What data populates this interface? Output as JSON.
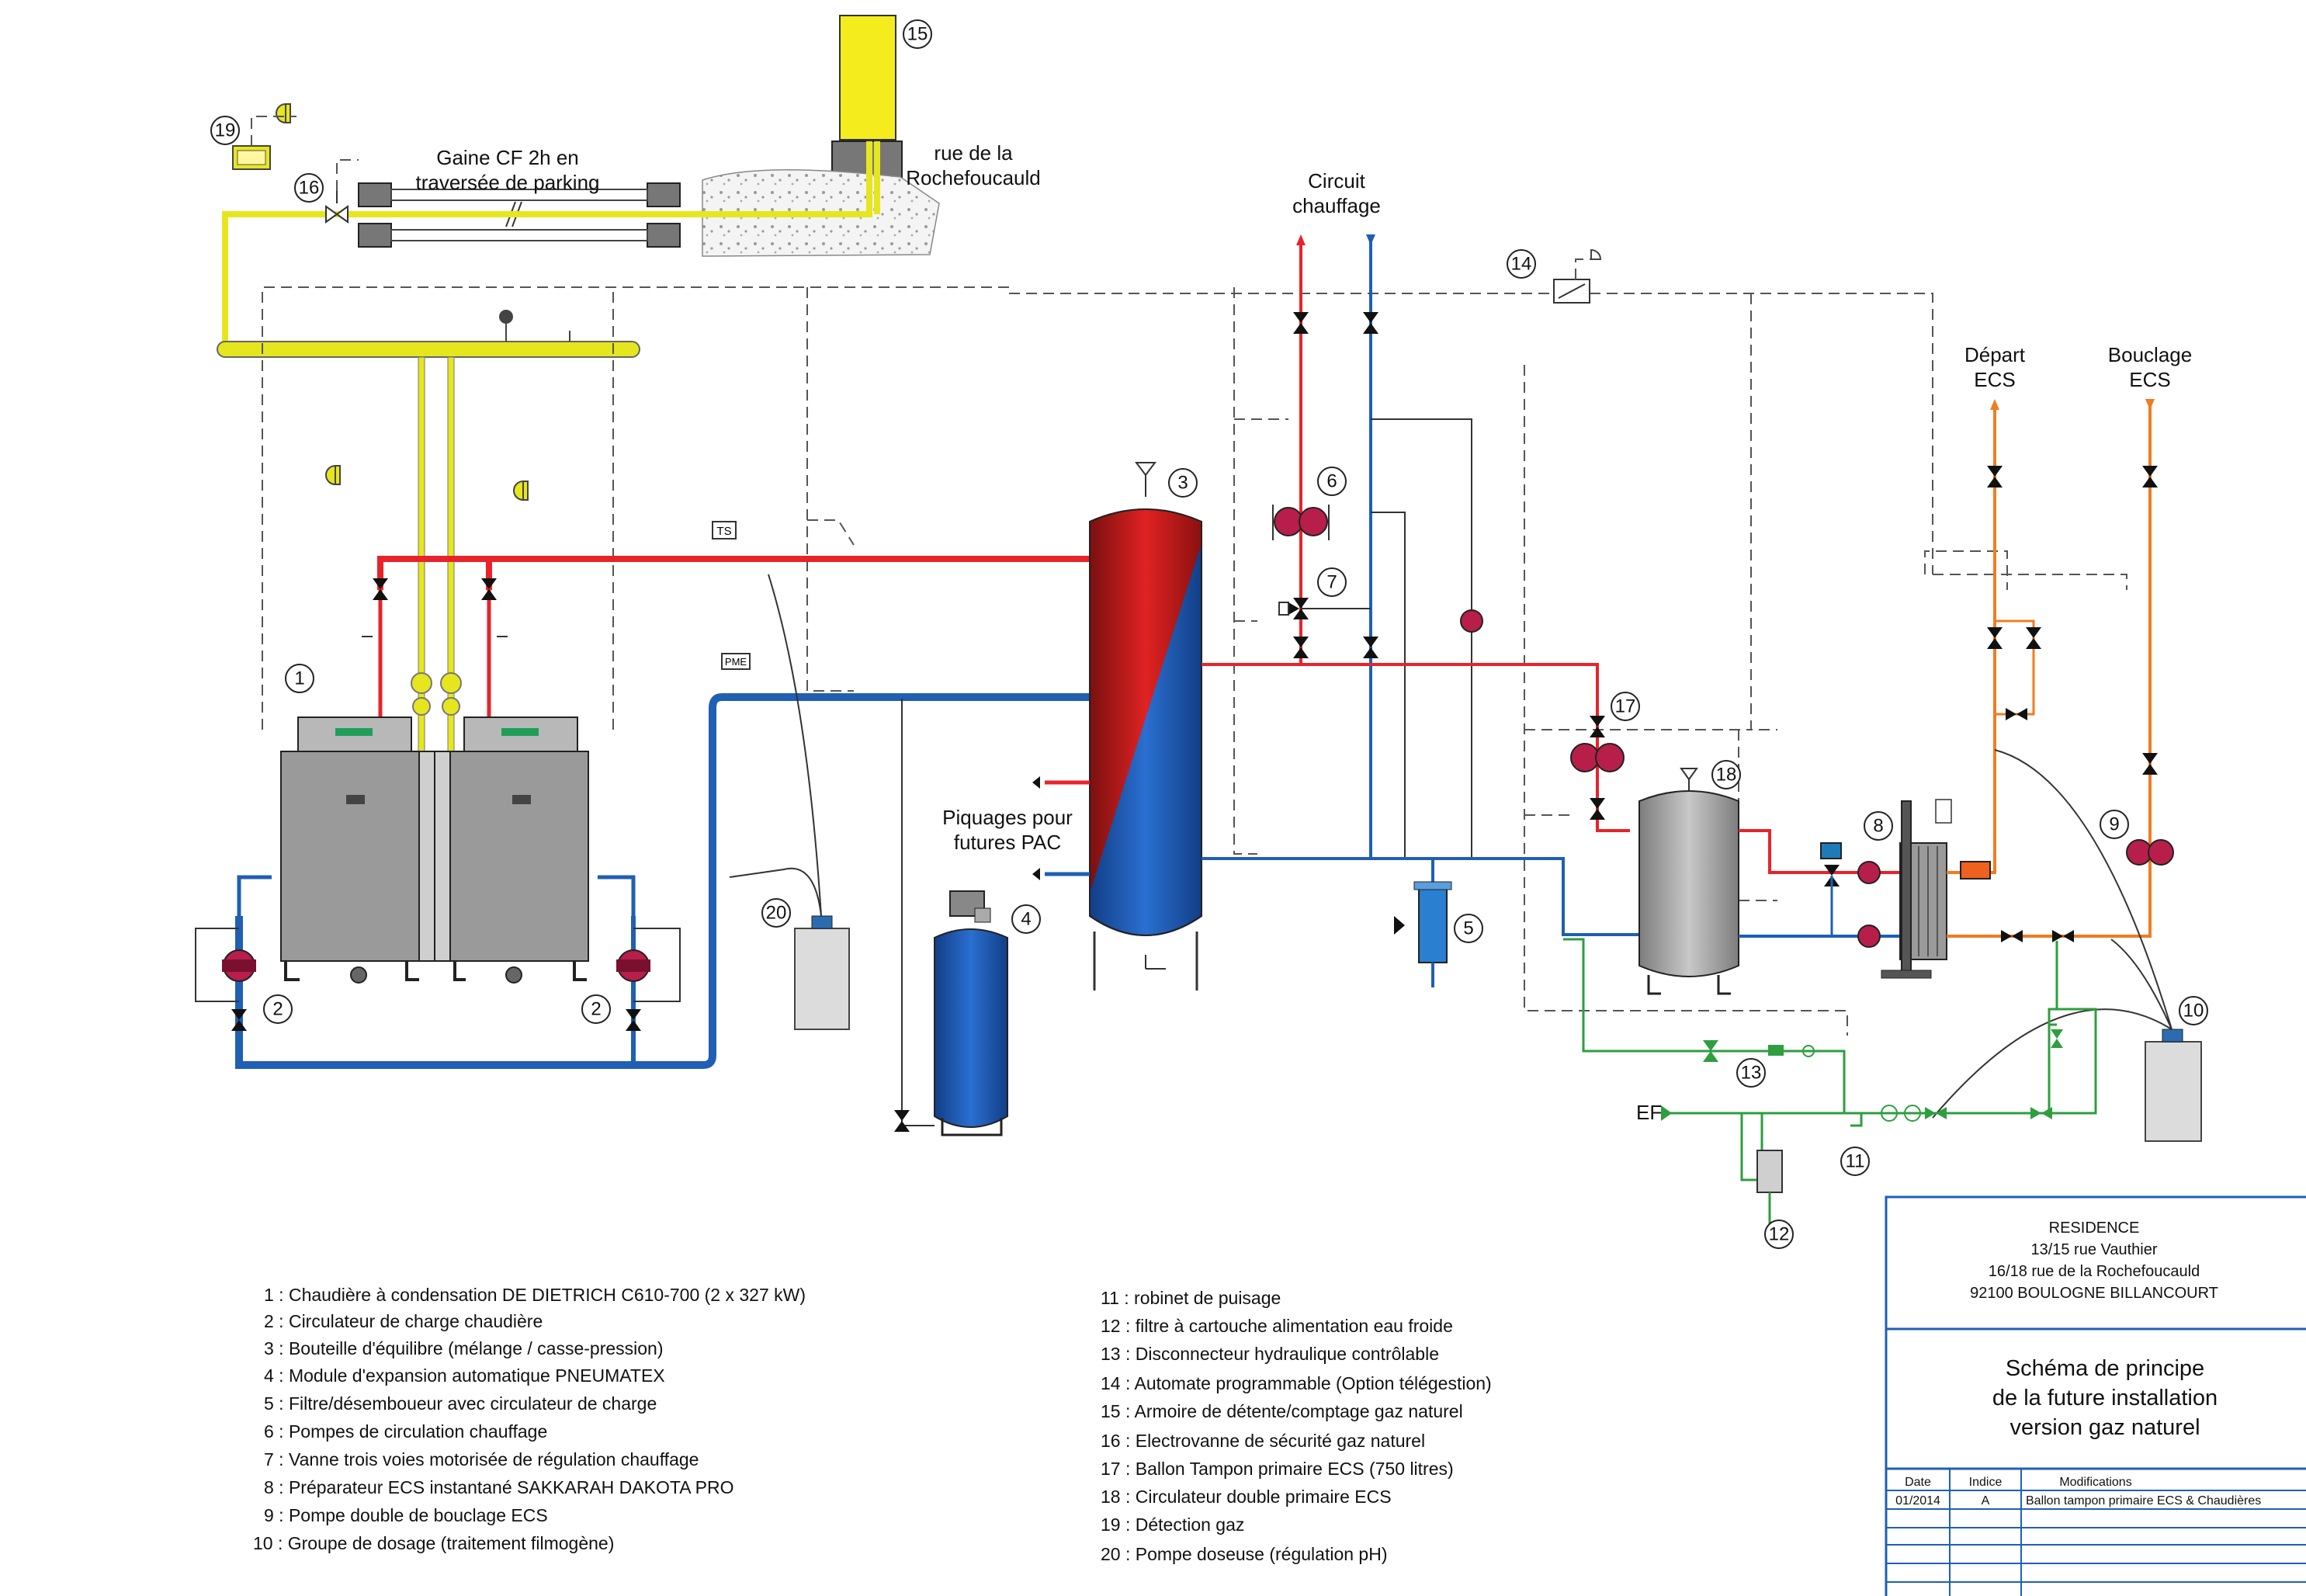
{
  "labels": {
    "gaine": [
      "Gaine CF 2h en",
      "traversée de parking"
    ],
    "rue": [
      "rue de la",
      "Rochefoucauld"
    ],
    "circuit": [
      "Circuit",
      "chauffage"
    ],
    "depart_ecs": [
      "Départ",
      "ECS"
    ],
    "bouclage_ecs": [
      "Bouclage",
      "ECS"
    ],
    "piquages": [
      "Piquages pour",
      "futures PAC"
    ],
    "ef": "EF",
    "ts": "TS",
    "pme": "PME"
  },
  "callouts": [
    "1",
    "2",
    "2",
    "3",
    "4",
    "5",
    "6",
    "7",
    "8",
    "9",
    "10",
    "11",
    "12",
    "13",
    "14",
    "15",
    "16",
    "17",
    "18",
    "19",
    "20"
  ],
  "legend_left": [
    "1 : Chaudière à condensation DE DIETRICH C610-700 (2 x 327 kW)",
    "2 : Circulateur de charge chaudière",
    "3 : Bouteille d'équilibre (mélange / casse-pression)",
    "4 : Module d'expansion automatique PNEUMATEX",
    "5 : Filtre/désemboueur avec circulateur de charge",
    "6 : Pompes de circulation chauffage",
    "7 : Vanne trois voies motorisée de régulation chauffage",
    "8 : Préparateur ECS instantané SAKKARAH DAKOTA PRO",
    "9 : Pompe double de bouclage ECS",
    "10 : Groupe de dosage (traitement filmogène)"
  ],
  "legend_right": [
    "11 : robinet de puisage",
    "12 : filtre à cartouche alimentation eau froide",
    "13 : Disconnecteur hydraulique contrôlable",
    "14 : Automate programmable (Option télégestion)",
    "15 : Armoire de détente/comptage gaz naturel",
    "16 : Electrovanne de sécurité gaz naturel",
    "17 : Ballon Tampon primaire ECS (750 litres)",
    "18 : Circulateur double primaire ECS",
    "19 : Détection gaz",
    "20 : Pompe doseuse (régulation pH)"
  ],
  "title_block": {
    "address": [
      "RESIDENCE",
      "13/15 rue Vauthier",
      "16/18 rue de la Rochefoucauld",
      "92100 BOULOGNE BILLANCOURT"
    ],
    "title": [
      "Schéma de principe",
      "de la future installation",
      "version gaz naturel"
    ],
    "headers": [
      "Date",
      "Indice",
      "Modifications"
    ],
    "rows": [
      [
        "01/2014",
        "A",
        "Ballon tampon primaire ECS & Chaudières"
      ]
    ]
  },
  "colors": {
    "hot": "#e8232a",
    "cold": "#1f5fb4",
    "gas": "#e6e61e",
    "ecs": "#f07c22",
    "cold_water": "#2e9e3e",
    "boiler": "#9a9a9a",
    "pump": "#b81e4a",
    "tank_blue": "#2a7fd0"
  }
}
